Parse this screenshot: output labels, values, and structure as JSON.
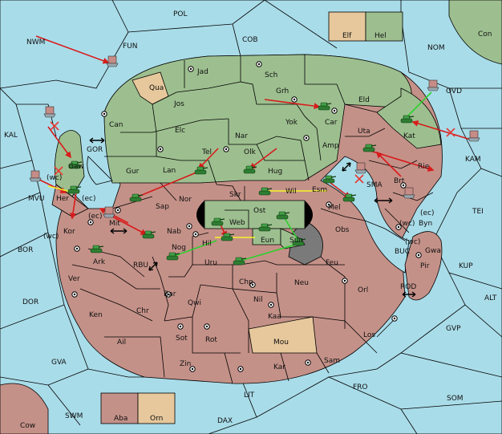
{
  "colors": {
    "sea": "#a9dce9",
    "green_power": "#9dbf8f",
    "red_power": "#c49188",
    "neutral": "#e6c89c",
    "order_move": "#d81b1b",
    "order_support": "#2bd12b",
    "order_convoy": "#f5f52a",
    "failed_mark": "#e53935"
  },
  "unit_icons": {
    "army": "tank-icon",
    "fleet": "fleet-icon"
  },
  "legend_top": {
    "left_label": "Elf",
    "right_label": "Hel"
  },
  "legend_bottom": {
    "left_label": "Aba",
    "right_label": "Orn"
  },
  "outer_territories": [
    {
      "id": "pol",
      "label": "POL"
    },
    {
      "id": "nwm",
      "label": "NWM"
    },
    {
      "id": "fun",
      "label": "FUN"
    },
    {
      "id": "cob",
      "label": "COB"
    },
    {
      "id": "nom",
      "label": "NOM"
    },
    {
      "id": "con",
      "label": "Con"
    },
    {
      "id": "ovd",
      "label": "OVD"
    },
    {
      "id": "kal",
      "label": "KAL"
    },
    {
      "id": "kam",
      "label": "KAM"
    },
    {
      "id": "mvu",
      "label": "MVU"
    },
    {
      "id": "tei",
      "label": "TEI"
    },
    {
      "id": "bor",
      "label": "BOR"
    },
    {
      "id": "kup",
      "label": "KUP"
    },
    {
      "id": "dor",
      "label": "DOR"
    },
    {
      "id": "alt",
      "label": "ALT"
    },
    {
      "id": "gvp",
      "label": "GVP"
    },
    {
      "id": "gva",
      "label": "GVA"
    },
    {
      "id": "fro",
      "label": "FRO"
    },
    {
      "id": "lit",
      "label": "LIT"
    },
    {
      "id": "som",
      "label": "SOM"
    },
    {
      "id": "swm",
      "label": "SWM"
    },
    {
      "id": "dax",
      "label": "DAX"
    },
    {
      "id": "cow",
      "label": "Cow"
    },
    {
      "id": "gor",
      "label": "GOR"
    },
    {
      "id": "sma",
      "label": "SMA"
    },
    {
      "id": "rbu",
      "label": "RBU"
    },
    {
      "id": "buc",
      "label": "BUC"
    },
    {
      "id": "rod",
      "label": "ROD"
    }
  ],
  "provinces": [
    {
      "id": "jad",
      "label": "Jad",
      "owner": "green"
    },
    {
      "id": "sch",
      "label": "Sch",
      "owner": "green"
    },
    {
      "id": "qua",
      "label": "Qua",
      "owner": "neutral"
    },
    {
      "id": "jos",
      "label": "Jos",
      "owner": "green"
    },
    {
      "id": "grh",
      "label": "Grh",
      "owner": "green"
    },
    {
      "id": "eld",
      "label": "Eld",
      "owner": "green"
    },
    {
      "id": "can",
      "label": "Can",
      "owner": "green"
    },
    {
      "id": "car",
      "label": "Car",
      "owner": "green"
    },
    {
      "id": "yok",
      "label": "Yok",
      "owner": "green"
    },
    {
      "id": "uta",
      "label": "Uta",
      "owner": "red"
    },
    {
      "id": "elc",
      "label": "Elc",
      "owner": "green"
    },
    {
      "id": "nar",
      "label": "Nar",
      "owner": "green"
    },
    {
      "id": "amp",
      "label": "Amp",
      "owner": "green"
    },
    {
      "id": "kat",
      "label": "Kat",
      "owner": "green"
    },
    {
      "id": "gaw",
      "label": "Gaw",
      "owner": "green"
    },
    {
      "id": "tel",
      "label": "Tel",
      "owner": "green"
    },
    {
      "id": "olk",
      "label": "Olk",
      "owner": "green"
    },
    {
      "id": "gur",
      "label": "Gur",
      "owner": "green"
    },
    {
      "id": "lan",
      "label": "Lan",
      "owner": "green"
    },
    {
      "id": "hug",
      "label": "Hug",
      "owner": "green"
    },
    {
      "id": "rie",
      "label": "Rie",
      "owner": "red"
    },
    {
      "id": "brt",
      "label": "Brt",
      "owner": "red"
    },
    {
      "id": "her",
      "label": "Her",
      "owner": "red"
    },
    {
      "id": "nor",
      "label": "Nor",
      "owner": "red"
    },
    {
      "id": "skr",
      "label": "Skr",
      "owner": "green"
    },
    {
      "id": "wil",
      "label": "Wil",
      "owner": "green"
    },
    {
      "id": "esm",
      "label": "Esm",
      "owner": "green"
    },
    {
      "id": "sap",
      "label": "Sap",
      "owner": "red"
    },
    {
      "id": "ost",
      "label": "Ost",
      "owner": "green"
    },
    {
      "id": "mel",
      "label": "Mel",
      "owner": "red"
    },
    {
      "id": "web",
      "label": "Web",
      "owner": "green"
    },
    {
      "id": "mit",
      "label": "Mit",
      "owner": "red"
    },
    {
      "id": "byn",
      "label": "Byn",
      "owner": "red"
    },
    {
      "id": "kor",
      "label": "Kor",
      "owner": "red"
    },
    {
      "id": "nab",
      "label": "Nab",
      "owner": "red"
    },
    {
      "id": "obs",
      "label": "Obs",
      "owner": "red"
    },
    {
      "id": "eun",
      "label": "Eun",
      "owner": "green"
    },
    {
      "id": "sun",
      "label": "Sun",
      "owner": "green"
    },
    {
      "id": "gwa",
      "label": "Gwa",
      "owner": "red"
    },
    {
      "id": "nog",
      "label": "Nog",
      "owner": "red"
    },
    {
      "id": "hil",
      "label": "Hil",
      "owner": "red"
    },
    {
      "id": "ark",
      "label": "Ark",
      "owner": "red"
    },
    {
      "id": "uru",
      "label": "Uru",
      "owner": "red"
    },
    {
      "id": "feu",
      "label": "Feu",
      "owner": "red"
    },
    {
      "id": "pir",
      "label": "Pir",
      "owner": "red"
    },
    {
      "id": "ver",
      "label": "Ver",
      "owner": "red"
    },
    {
      "id": "chp",
      "label": "Chp",
      "owner": "red"
    },
    {
      "id": "neu",
      "label": "Neu",
      "owner": "red"
    },
    {
      "id": "orl",
      "label": "Orl",
      "owner": "red"
    },
    {
      "id": "bar",
      "label": "Bar",
      "owner": "red"
    },
    {
      "id": "qwi",
      "label": "Qwi",
      "owner": "red"
    },
    {
      "id": "nil",
      "label": "Nil",
      "owner": "red"
    },
    {
      "id": "ken",
      "label": "Ken",
      "owner": "red"
    },
    {
      "id": "chr",
      "label": "Chr",
      "owner": "red"
    },
    {
      "id": "kaa",
      "label": "Kaa",
      "owner": "red"
    },
    {
      "id": "ail",
      "label": "Ail",
      "owner": "red"
    },
    {
      "id": "sot",
      "label": "Sot",
      "owner": "red"
    },
    {
      "id": "rot",
      "label": "Rot",
      "owner": "red"
    },
    {
      "id": "los",
      "label": "Los",
      "owner": "red"
    },
    {
      "id": "mou",
      "label": "Mou",
      "owner": "neutral"
    },
    {
      "id": "zin",
      "label": "Zin",
      "owner": "red"
    },
    {
      "id": "kar",
      "label": "Kar",
      "owner": "red"
    },
    {
      "id": "sam",
      "label": "Sam",
      "owner": "red"
    }
  ],
  "coast_labels": [
    {
      "id": "wc1",
      "label": "(wc)"
    },
    {
      "id": "ec1",
      "label": "(ec)"
    },
    {
      "id": "ec2",
      "label": "(ec)"
    },
    {
      "id": "wc2",
      "label": "(wc)"
    },
    {
      "id": "wc3",
      "label": "(wc)"
    },
    {
      "id": "ec3",
      "label": "(ec)"
    },
    {
      "id": "wc4",
      "label": "(wc)"
    }
  ]
}
